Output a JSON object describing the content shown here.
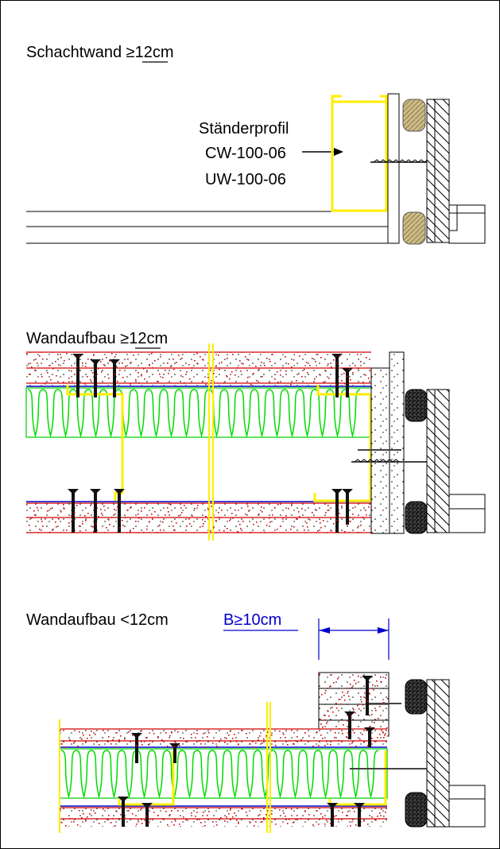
{
  "sections": [
    {
      "title": "Schachtwand ≥12cm"
    },
    {
      "title": "Wandaufbau ≥12cm"
    },
    {
      "title": "Wandaufbau <12cm"
    }
  ],
  "profile_label": {
    "line1": "Ständerprofil",
    "line2": "CW-100-06",
    "line3": "UW-100-06"
  },
  "dimension": {
    "label": "B≥10cm"
  },
  "colors": {
    "frame": "#000000",
    "board_lines": "#d40000",
    "speckle": "#e00000",
    "insulation": "#00dd00",
    "stud": "#ffee00",
    "membrane": "#0000cc",
    "dimension": "#0000cc",
    "sealant": "#c8b070",
    "sealant_dark": "#202020",
    "concrete": "#ffffff"
  },
  "icons": [
    "screw-icon",
    "arrow-right-icon",
    "dimension-arrow-icon"
  ]
}
